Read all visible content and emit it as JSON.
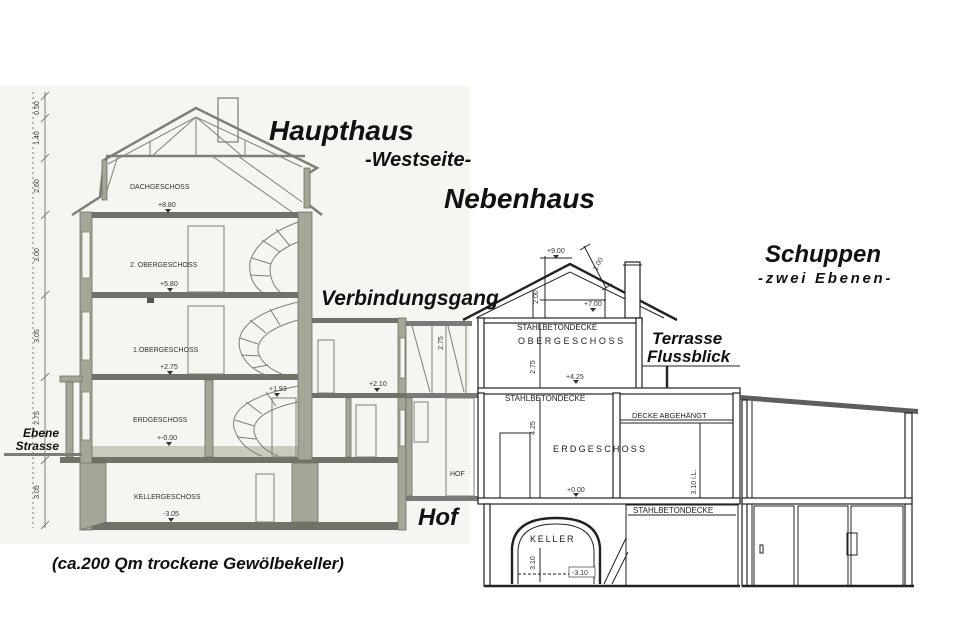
{
  "labels": {
    "haupthaus": "Haupthaus",
    "westseite": "-Westseite-",
    "nebenhaus": "Nebenhaus",
    "schuppen": "Schuppen",
    "zwei_ebenen": "-zwei Ebenen-",
    "verbindungsgang": "Verbindungsgang",
    "terrasse": "Terrasse",
    "flussblick": "Flussblick",
    "ebene": "Ebene",
    "strasse": "Strasse",
    "hof": "Hof",
    "keller_note": "(ca.200 Qm trockene Gewölbekeller)"
  },
  "haupthaus": {
    "floors": [
      {
        "name": "DACHGESCHOSS",
        "level": "+8.80"
      },
      {
        "name": "2. OBERGESCHOSS",
        "level": "+5.80"
      },
      {
        "name": "1.OBERGESCHOSS",
        "level": "+2.75"
      },
      {
        "name": "ERDGESCHOSS",
        "level": "+-0.00"
      },
      {
        "name": "KELLERGESCHOSS",
        "level": "-3.05"
      }
    ],
    "stair_level": "+1.93",
    "annex_level": "+2.10",
    "dimensions": [
      "0.50",
      "1.40",
      "2.60",
      "3.00",
      "3.05",
      "2.75",
      "3.05"
    ]
  },
  "verbindungsgang": {
    "height": "2.75",
    "hof": "HOF"
  },
  "nebenhaus": {
    "ridge_level": "+9.00",
    "roof_dim": "1.00",
    "attic_dim": "2.00",
    "attic_level": "+7.00",
    "og_ceiling": "STAHLBETONDECKE",
    "og_name": "OBERGESCHOSS",
    "og_height": "2.75",
    "og_level": "+4.25",
    "eg_ceiling": "STAHLBETONDECKE",
    "eg_suspended": "DECKE ABGEHÄNGT",
    "eg_height": "4.25",
    "eg_name": "ERDGESCHOSS",
    "eg_level": "+0.00",
    "eg_clear_height": "3.10 i.L.",
    "keller_ceiling": "STAHLBETONDECKE",
    "keller_name": "KELLER",
    "keller_height": "3.10",
    "keller_level": "-3.10"
  },
  "colors": {
    "wall": "#a4a797",
    "slab": "#6f7266",
    "line": "#222222",
    "connector": "#7a7a7a"
  }
}
